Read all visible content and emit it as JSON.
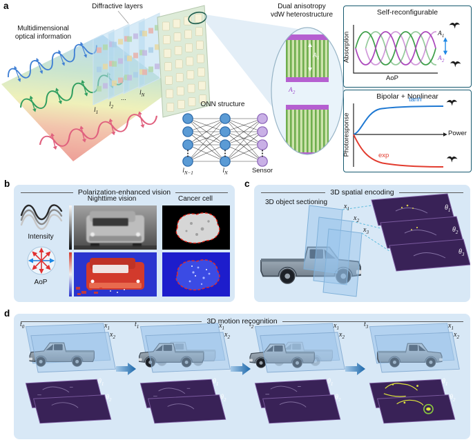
{
  "colors": {
    "panel_bg": "#d8e8f6",
    "teal_border": "#14586e",
    "node_blue": "#5b9bd5",
    "node_purple": "#c9b0e6",
    "curve_green": "#3fa04a",
    "curve_purple": "#ab47bc",
    "tanh_blue": "#1e78d2",
    "exp_red": "#e23b2e",
    "plane_purple": "#392257",
    "plane_blue": "#aecdea",
    "highlight_yellow": "#dfe53c",
    "highlight_green": "#8ac83e"
  },
  "panel_a": {
    "label": "a",
    "diffractive_layers": "Diffractive layers",
    "multidimensional_1": "Multidimensional",
    "multidimensional_2": "optical information",
    "layer_l1": {
      "base": "l",
      "sub": "1"
    },
    "layer_l2": {
      "base": "l",
      "sub": "2"
    },
    "layer_dots": "...",
    "layer_lN": {
      "base": "l",
      "sub": "N"
    },
    "onn_title": "ONN structure",
    "nn_lNm1": {
      "base": "l",
      "sub": "N−1"
    },
    "nn_lN": {
      "base": "l",
      "sub": "N"
    },
    "nn_sensor": "Sensor",
    "vdw_title_1": "Dual anisotropy",
    "vdw_title_2": "vdW heterostructure",
    "vdw_A1": {
      "base": "A",
      "sub": "1"
    },
    "vdw_A2": {
      "base": "A",
      "sub": "2"
    },
    "self_box": {
      "title": "Self-reconfigurable",
      "ylabel": "Absorption",
      "xlabel": "AoP",
      "A1": {
        "base": "A",
        "sub": "1"
      },
      "A2": {
        "base": "A",
        "sub": "2"
      }
    },
    "bipolar_box": {
      "title": "Bipolar + Nonlinear",
      "ylabel": "Photoresponse",
      "xlabel": "Power",
      "tanh_label": "tanh",
      "exp_label": "exp"
    }
  },
  "panel_b": {
    "label": "b",
    "title": "Polarization-enhanced vision",
    "intensity_label": "Intensity",
    "aop_label": "AoP",
    "nighttime_label": "Nighttime vision",
    "cancer_label": "Cancer cell"
  },
  "panel_c": {
    "label": "c",
    "title": "3D spatial encoding",
    "sectioning_label": "3D object sectioning",
    "x1": {
      "base": "x",
      "sub": "1"
    },
    "x2": {
      "base": "x",
      "sub": "2"
    },
    "x3": {
      "base": "x",
      "sub": "3"
    },
    "t1": {
      "base": "θ",
      "sub": "1"
    },
    "t2": {
      "base": "θ",
      "sub": "2"
    },
    "t3": {
      "base": "θ",
      "sub": "3"
    }
  },
  "panel_d": {
    "label": "d",
    "title": "3D motion recognition",
    "frames": [
      {
        "t": {
          "base": "t",
          "sub": "0"
        },
        "x1": {
          "base": "x",
          "sub": "1"
        },
        "x2": {
          "base": "x",
          "sub": "2"
        },
        "th1": {
          "base": "θ",
          "sub": "1"
        },
        "th2": {
          "base": "θ",
          "sub": "2"
        }
      },
      {
        "t": {
          "base": "t",
          "sub": "1"
        },
        "x1": {
          "base": "x",
          "sub": "1"
        },
        "x2": {
          "base": "x",
          "sub": "2"
        },
        "th1": {
          "base": "θ",
          "sub": "1"
        },
        "th2": {
          "base": "θ",
          "sub": "2"
        }
      },
      {
        "t": {
          "base": "t",
          "sub": "2"
        },
        "x1": {
          "base": "x",
          "sub": "1"
        },
        "x2": {
          "base": "x",
          "sub": "2"
        },
        "th1": {
          "base": "θ",
          "sub": "1"
        },
        "th2": {
          "base": "θ",
          "sub": "2"
        }
      },
      {
        "t": {
          "base": "t",
          "sub": "3"
        },
        "x1": {
          "base": "x",
          "sub": "1"
        },
        "x2": {
          "base": "x",
          "sub": "2"
        },
        "th1": {
          "base": "θ",
          "sub": "1"
        },
        "th2": {
          "base": "θ",
          "sub": "2"
        }
      }
    ]
  }
}
